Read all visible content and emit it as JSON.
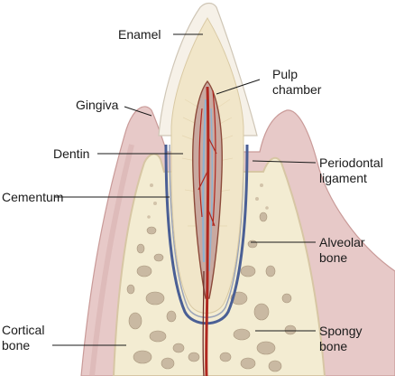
{
  "labels": {
    "enamel": "Enamel",
    "pulp_chamber": [
      "Pulp",
      "chamber"
    ],
    "gingiva": "Gingiva",
    "dentin": "Dentin",
    "periodontal_ligament": [
      "Periodontal",
      "ligament"
    ],
    "cementum": "Cementum",
    "alveolar_bone": [
      "Alveolar",
      "bone"
    ],
    "cortical_bone": [
      "Cortical",
      "bone"
    ],
    "spongy_bone": [
      "Spongy",
      "bone"
    ]
  },
  "colors": {
    "gingiva": "#e7c9c8",
    "gingiva_edge": "#c99a98",
    "bone": "#f3ecd2",
    "bone_holes": "#c9b9a2",
    "enamel": "#f6f1e8",
    "dentin": "#f1e6c9",
    "pulp": "#8c4a3a",
    "vessel_red": "#b0271f",
    "nerve_blue": "#8fb2cf",
    "ligament_blue": "#4a5f95"
  }
}
